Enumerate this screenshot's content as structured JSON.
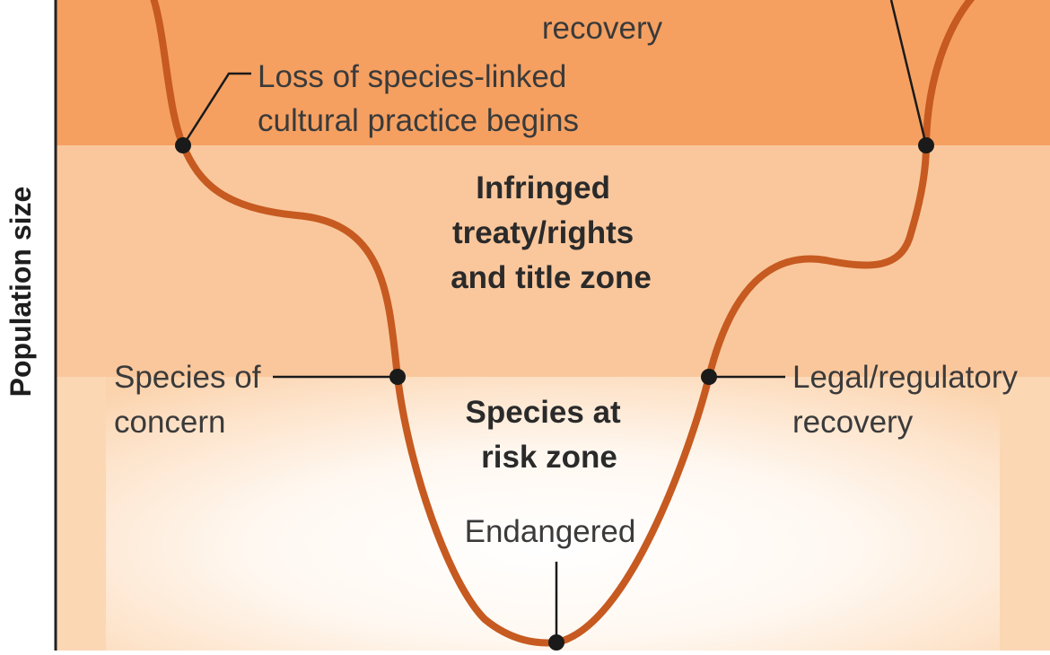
{
  "axis": {
    "ylabel": "Population size"
  },
  "zones": {
    "infringed": [
      "Infringed",
      "treaty/rights",
      "and title zone"
    ],
    "at_risk": [
      "Species at",
      "risk zone"
    ]
  },
  "labels": {
    "top_recovery": "recovery",
    "loss_of_practice": [
      "Loss of species-linked",
      "cultural practice begins"
    ],
    "species_of_concern": [
      "Species of",
      "concern"
    ],
    "legal_recovery": [
      "Legal/regulatory",
      "recovery"
    ],
    "endangered": "Endangered"
  },
  "colors": {
    "top_band": "#f5a061",
    "middle_band": "#fac79c",
    "bottom_edge": "#fbd7b4",
    "bottom_center": "#ffffff",
    "curve": "#c65a20",
    "marker": "#1a1a1a",
    "axis": "#222222"
  }
}
